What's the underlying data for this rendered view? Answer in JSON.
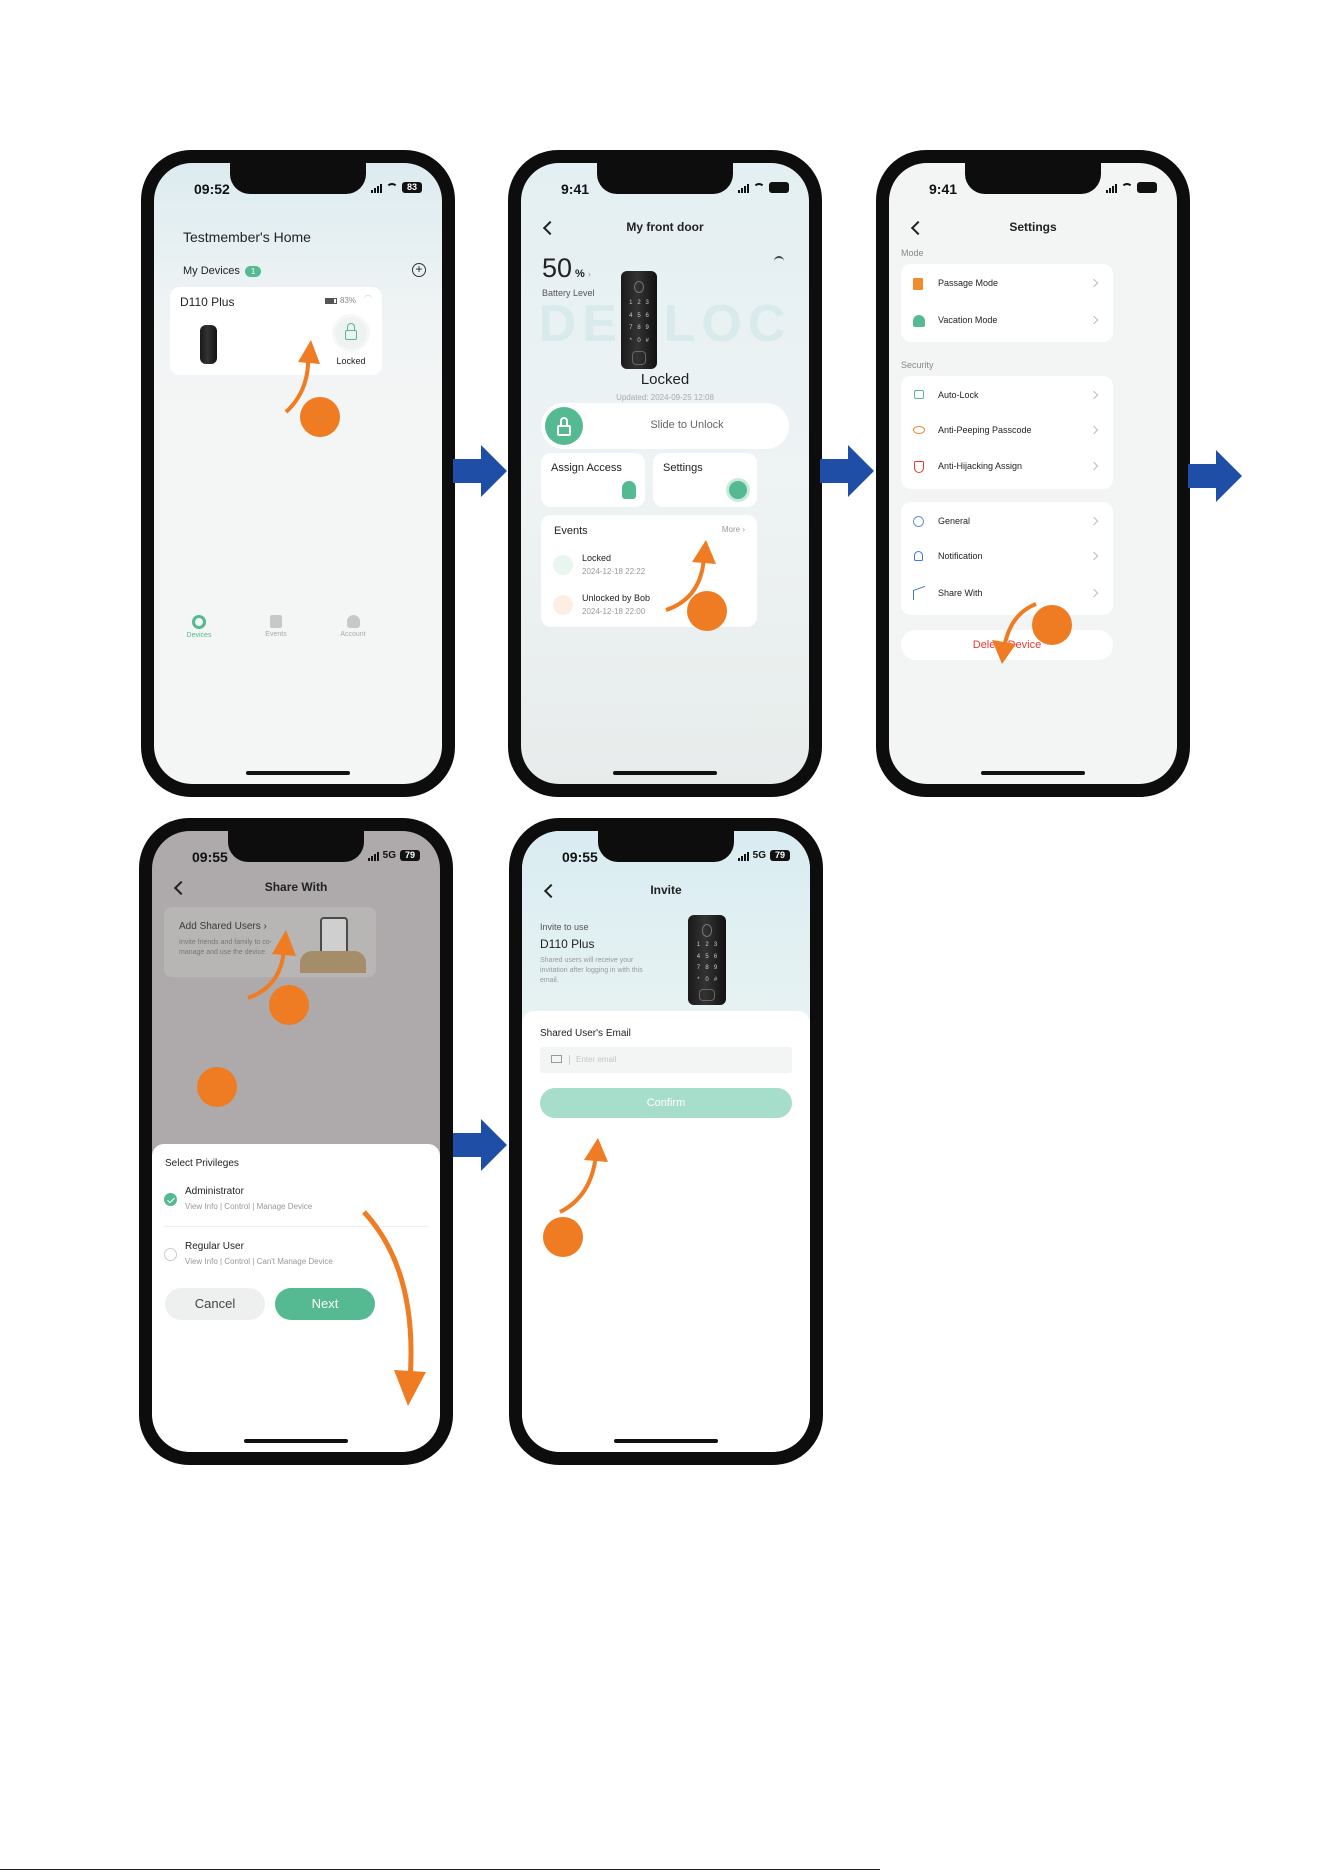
{
  "colors": {
    "accent": "#55b992",
    "orange": "#ef7b22",
    "flow_arrow": "#1e4ea6",
    "danger": "#e53935"
  },
  "screen1": {
    "time": "09:52",
    "battery": "83",
    "home_title": "Testmember's Home",
    "section": "My Devices",
    "device_count": "1",
    "device_name": "D110 Plus",
    "device_battery": "83%",
    "device_status": "Locked",
    "nav": [
      "Devices",
      "Events",
      "Account"
    ]
  },
  "screen2": {
    "time": "9:41",
    "title": "My front door",
    "battery_value": "50",
    "battery_unit": "%",
    "battery_label": "Battery Level",
    "watermark": "DESLOC",
    "status": "Locked",
    "updated": "Updated: 2024-09-25 12:08",
    "slide": "Slide to Unlock",
    "assign_access": "Assign Access",
    "settings": "Settings",
    "events_title": "Events",
    "more": "More",
    "events": [
      {
        "title": "Locked",
        "time": "2024-12-18 22:22"
      },
      {
        "title": "Unlocked by Bob",
        "time": "2024-12-18 22:00"
      }
    ]
  },
  "screen3": {
    "time": "9:41",
    "title": "Settings",
    "mode_label": "Mode",
    "mode_items": [
      "Passage Mode",
      "Vacation Mode"
    ],
    "security_label": "Security",
    "security_items": [
      "Auto-Lock",
      "Anti-Peeping Passcode",
      "Anti-Hijacking Assign"
    ],
    "other_items": [
      "General",
      "Notification",
      "Share With"
    ],
    "delete": "Delete Device"
  },
  "screen4": {
    "time": "09:55",
    "network": "5G",
    "battery": "79",
    "title": "Share With",
    "add_title": "Add Shared Users",
    "add_desc": "Invite friends and family to co-manage and use the device.",
    "privileges_title": "Select Privileges",
    "privileges": [
      {
        "name": "Administrator",
        "desc": "View Info | Control | Manage Device",
        "selected": true
      },
      {
        "name": "Regular User",
        "desc": "View Info | Control | Can't Manage Device",
        "selected": false
      }
    ],
    "cancel": "Cancel",
    "next": "Next"
  },
  "screen5": {
    "time": "09:55",
    "network": "5G",
    "battery": "79",
    "title": "Invite",
    "invite_label": "Invite to use",
    "device_name": "D110 Plus",
    "invite_desc": "Shared users will receive your invitation after logging in with this email.",
    "email_label": "Shared User's Email",
    "email_placeholder": "Enter email",
    "confirm": "Confirm"
  }
}
